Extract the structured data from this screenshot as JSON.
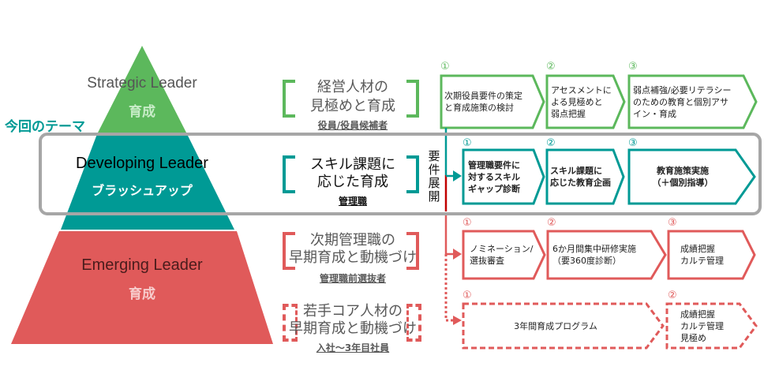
{
  "colors": {
    "green": "#5cb85c",
    "teal": "#009a95",
    "red": "#e05a5a",
    "dark_red": "#c00000",
    "gray_frame": "#a6a6a6",
    "text_gray": "#595959"
  },
  "theme_label": "今回のテーマ",
  "pyramid": {
    "tiers": [
      {
        "id": "strategic",
        "title": "Strategic Leader",
        "subtitle": "育成"
      },
      {
        "id": "developing",
        "title": "Developing Leader",
        "subtitle": "ブラッシュアップ"
      },
      {
        "id": "emerging",
        "title": "Emerging Leader",
        "subtitle": "育成"
      }
    ]
  },
  "targets": [
    {
      "id": "executive",
      "lines": [
        "経営人材の",
        "見極めと育成"
      ],
      "audience": "役員/役員候補者"
    },
    {
      "id": "manager",
      "lines": [
        "スキル課題に",
        "応じた育成"
      ],
      "audience": "管理職"
    },
    {
      "id": "next-manager",
      "lines": [
        "次期管理職の",
        "早期育成と動機づけ"
      ],
      "audience": "管理職前選抜者"
    },
    {
      "id": "young-core",
      "lines": [
        "若手コア人材の",
        "早期育成と動機づけ"
      ],
      "audience": "入社～3年目社員"
    }
  ],
  "connector_label": [
    "要",
    "件",
    "展",
    "開"
  ],
  "flows": [
    {
      "id": "executive",
      "steps": [
        {
          "num": "①",
          "lines": [
            "次期役員要件の策定",
            "と育成施策の検討"
          ]
        },
        {
          "num": "②",
          "lines": [
            "アセスメントに",
            "よる見極めと",
            "弱点把握"
          ]
        },
        {
          "num": "③",
          "lines": [
            "弱点補強/必要リテラシー",
            "のための教育と個別アサ",
            "イン・育成"
          ]
        }
      ]
    },
    {
      "id": "manager",
      "steps": [
        {
          "num": "①",
          "lines": [
            "管理職要件に",
            "対するスキル",
            "ギャップ診断"
          ]
        },
        {
          "num": "②",
          "lines": [
            "スキル課題に",
            "応じた教育企画"
          ]
        },
        {
          "num": "③",
          "lines": [
            "教育施策実施",
            "（＋個別指導）"
          ]
        }
      ]
    },
    {
      "id": "next-manager",
      "steps": [
        {
          "num": "①",
          "lines": [
            "ノミネーション/",
            "選抜審査"
          ]
        },
        {
          "num": "②",
          "lines": [
            "6か月間集中研修実施",
            "（要360度診断）"
          ]
        },
        {
          "num": "③",
          "lines": [
            "成績把握",
            "カルテ管理"
          ]
        }
      ]
    },
    {
      "id": "young-core",
      "steps": [
        {
          "num": "①",
          "lines": [
            "3年間育成プログラム"
          ]
        },
        {
          "num": "②",
          "lines": [
            "成績把握",
            "カルテ管理",
            "見極め"
          ]
        }
      ]
    }
  ]
}
